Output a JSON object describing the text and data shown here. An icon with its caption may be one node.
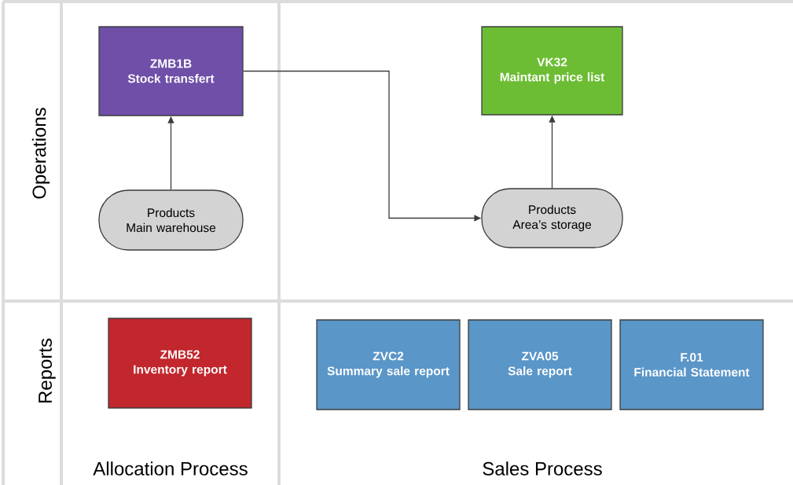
{
  "diagram": {
    "nodes": [
      {
        "text": [
          "ZMB1B",
          "Stock transfert"
        ]
      },
      {
        "text": [
          "VK32",
          "Maintant price list"
        ]
      },
      {
        "text": [
          "Products",
          "Main warehouse"
        ]
      },
      {
        "text": [
          "Products",
          "Area’s storage"
        ]
      },
      {
        "text": [
          "ZMB52",
          "Inventory report"
        ]
      },
      {
        "text": [
          "ZVC2",
          "Summary sale report"
        ]
      },
      {
        "text": [
          "ZVA05",
          "Sale report"
        ]
      },
      {
        "text": [
          "F.01",
          "Financial Statement"
        ]
      }
    ],
    "edges": [
      {
        "from": 2,
        "to": 0,
        "arrow": "to"
      },
      {
        "from": 0,
        "to": 3,
        "arrow": "to"
      },
      {
        "from": 3,
        "to": 1,
        "arrow": "to"
      }
    ],
    "labels": [
      "Operations",
      "Reports",
      "Allocation Process",
      "Sales Process"
    ]
  }
}
